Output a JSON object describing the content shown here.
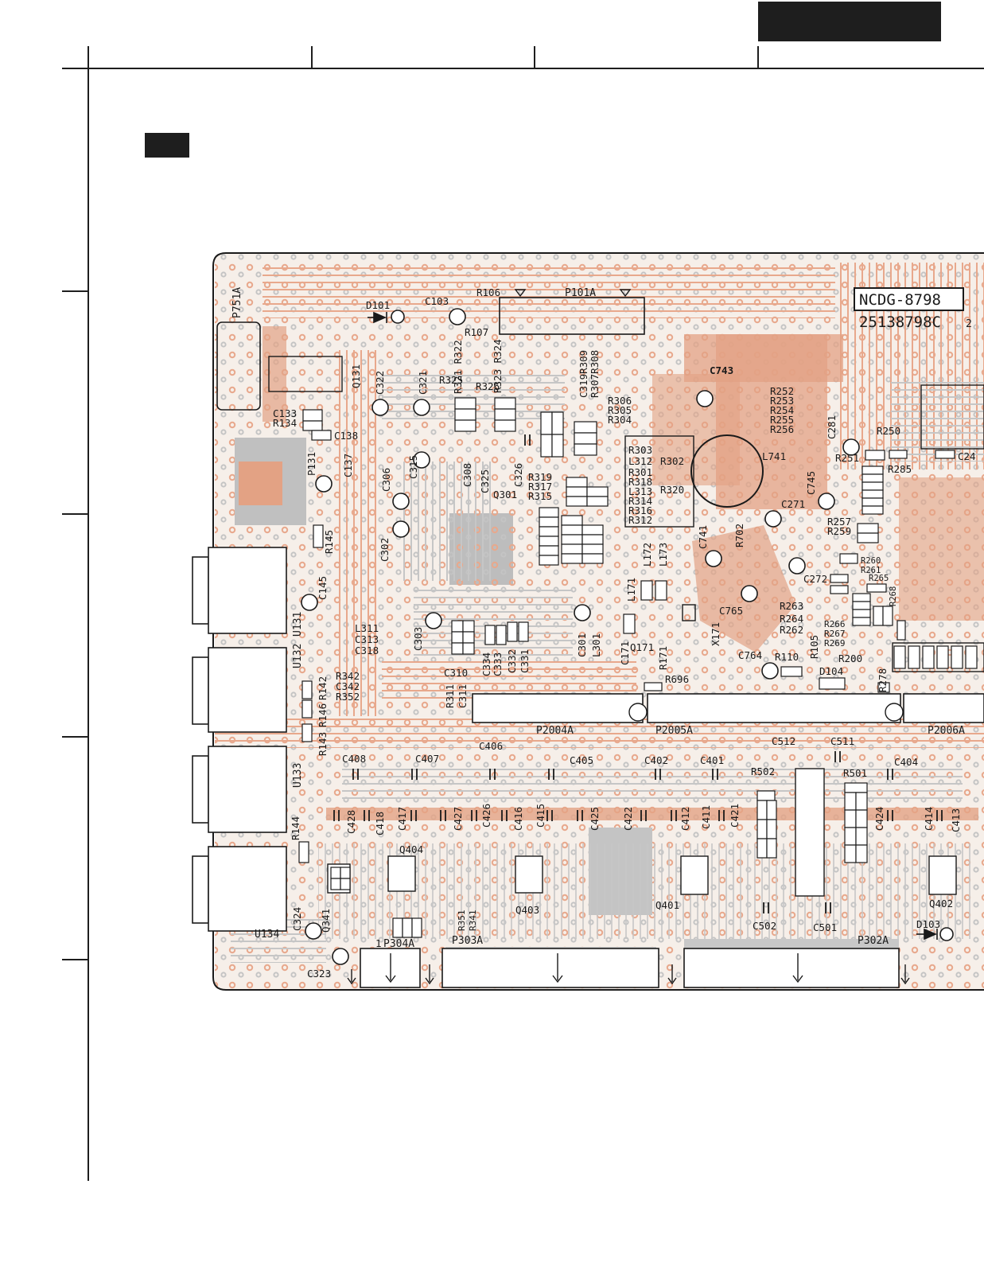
{
  "board": {
    "model": "NCDG-8798",
    "part_number": "25138798C",
    "part_suffix": "2"
  },
  "colors": {
    "copper": "#e8a88c",
    "copper_dark": "#d58c6c",
    "silk_gray": "#b8b8b8",
    "ink": "#1a1a1a",
    "frame": "#1e1e1e"
  },
  "connectors": {
    "p751a": "P751A",
    "p101a": "P101A",
    "p2004a": "P2004A",
    "p2005a": "P2005A",
    "p2006a": "P2006A",
    "p304a": "P304A",
    "p303a": "P303A",
    "p302a": "P302A",
    "u131": "U131",
    "u132": "U132",
    "u133": "U133",
    "u134": "U134"
  },
  "labels": {
    "d101": "D101",
    "c103": "C103",
    "r106": "R106",
    "r107": "R107",
    "q131": "Q131",
    "c322": "C322",
    "c321": "C321",
    "r321_r322": "R321 R322",
    "r325": "R325",
    "r323_r324": "R323 R324",
    "r326": "R326",
    "c319_r309": "C319R309",
    "r307_r308": "R307R308",
    "r306": "R306",
    "r305": "R305",
    "r304": "R304",
    "c743": "C743",
    "r252": "R252",
    "r253": "R253",
    "r254": "R254",
    "r255": "R255",
    "r256": "R256",
    "c281": "C281",
    "r250": "R250",
    "r251": "R251",
    "r285": "R285",
    "c24": "C24",
    "c133": "C133",
    "r134": "R134",
    "c138": "C138",
    "p131": "P131",
    "c137": "C137",
    "c306": "C306",
    "c315": "C315",
    "c308": "C308",
    "c325": "C325",
    "c326": "C326",
    "r303": "R303",
    "l312": "L312",
    "r302": "R302",
    "r301": "R301",
    "r318": "R318",
    "l313": "L313",
    "r320": "R320",
    "r314": "R314",
    "r316": "R316",
    "r312": "R312",
    "r319": "R319",
    "r317": "R317",
    "r315": "R315",
    "q301": "Q301",
    "l741": "L741",
    "c745": "C745",
    "c271": "C271",
    "r257": "R257",
    "r259": "R259",
    "r145": "R145",
    "c302": "C302",
    "l172": "L172",
    "l173": "L173",
    "c741": "C741",
    "r702": "R702",
    "c272": "C272",
    "r260": "R260",
    "r261": "R261",
    "r265": "R265",
    "r268": "R268",
    "c145": "C145",
    "l311": "L311",
    "c313": "C313",
    "c318": "C318",
    "c303": "C303",
    "c310": "C310",
    "c311": "C311",
    "r311": "R311",
    "c334": "C334",
    "c333": "C333",
    "c332": "C332",
    "c331": "C331",
    "c301": "C301",
    "l301": "L301",
    "l171": "L171",
    "c171": "C171",
    "q171": "Q171",
    "r171": "R171",
    "x171": "X171",
    "c765": "C765",
    "r263": "R263",
    "r264": "R264",
    "r262": "R262",
    "r266": "R266",
    "r267": "R267",
    "r269": "R269",
    "r105": "R105",
    "r200": "R200",
    "c764": "C764",
    "r110": "R110",
    "d104": "D104",
    "r278": "R278",
    "r342": "R342",
    "c342": "C342",
    "r352": "R352",
    "r142": "R142",
    "r146": "R146",
    "r143": "R143",
    "r696": "R696",
    "c408": "C408",
    "c407": "C407",
    "c406": "C406",
    "c405": "C405",
    "c402": "C402",
    "c401": "C401",
    "c512": "C512",
    "c511": "C511",
    "r502": "R502",
    "r501": "R501",
    "c404": "C404",
    "c428": "C428",
    "c418": "C418",
    "c417": "C417",
    "c427": "C427",
    "c426": "C426",
    "c416": "C416",
    "c415": "C415",
    "c425": "C425",
    "c422": "C422",
    "c412": "C412",
    "c411": "C411",
    "c421": "C421",
    "c424": "C424",
    "c414": "C414",
    "c413": "C413",
    "r144": "R144",
    "q404": "Q404",
    "q403": "Q403",
    "q401": "Q401",
    "q402": "Q402",
    "c502": "C502",
    "c501": "C501",
    "d103": "D103",
    "c324": "C324",
    "q341": "Q341",
    "c323": "C323",
    "r351": "R351",
    "r341": "R341",
    "pin1": "1"
  }
}
